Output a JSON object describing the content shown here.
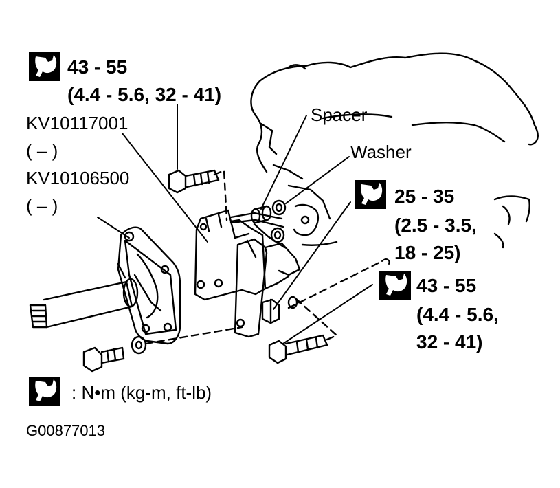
{
  "callouts": {
    "torque_top_left": {
      "value": "43 - 55",
      "detail": "(4.4 - 5.6, 32 - 41)"
    },
    "part_1": {
      "number": "KV10117001",
      "note": "(     –     )"
    },
    "part_2": {
      "number": "KV10106500",
      "note": "(     –     )"
    },
    "spacer": "Spacer",
    "washer": "Washer",
    "torque_mid_right": {
      "value": "25 - 35",
      "detail_1": "(2.5 - 3.5,",
      "detail_2": "18 - 25)"
    },
    "torque_low_right": {
      "value": "43 - 55",
      "detail_1": "(4.4 - 5.6,",
      "detail_2": "32 - 41)"
    }
  },
  "legend": {
    "symbol": "torque-wrench-icon",
    "text": ":  N•m  (kg-m,  ft-lb)"
  },
  "figure_code": "G00877013",
  "colors": {
    "ink": "#000000",
    "paper": "#ffffff"
  }
}
